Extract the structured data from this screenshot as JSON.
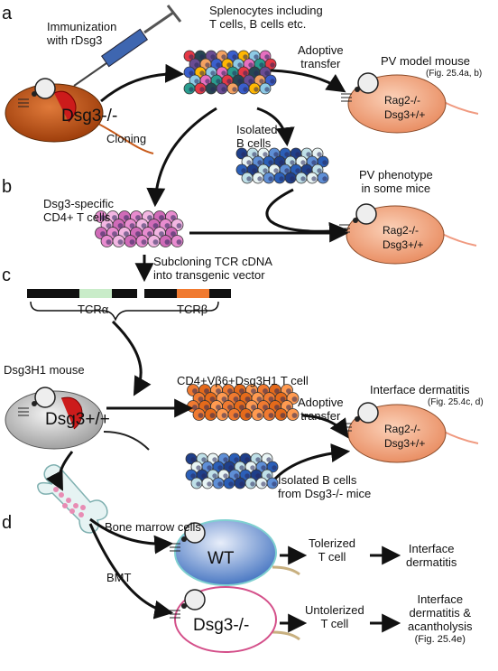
{
  "panels": {
    "a": "a",
    "b": "b",
    "c": "c",
    "d": "d"
  },
  "a": {
    "immunization": [
      "Immunization",
      "with rDsg3"
    ],
    "donor_mouse": "Dsg3-/-",
    "splenocytes": [
      "Splenocytes including",
      "T cells, B cells etc."
    ],
    "adoptive_transfer": [
      "Adoptive",
      "transfer"
    ],
    "model_title": "PV model mouse",
    "model_ref": "(Fig. 25.4a, b)",
    "rag": "Rag2-/-",
    "dsg": "Dsg3+/+",
    "cloning": "Cloning",
    "isolated_b": [
      "Isolated",
      "B cells"
    ]
  },
  "b": {
    "clone": [
      "Dsg3-specific",
      "CD4+ T cells"
    ],
    "phenotype": [
      "PV phenotype",
      "in some mice"
    ],
    "rag": "Rag2-/-",
    "dsg": "Dsg3+/+",
    "subcloning": [
      "Subcloning TCR cDNA",
      "into transgenic vector"
    ]
  },
  "c": {
    "tcra": "TCRα",
    "tcrb": "TCRβ",
    "h1_mouse": "Dsg3H1 mouse",
    "h1_dsg": "Dsg3+/+",
    "tcell": "CD4+Vβ6+Dsg3H1 T cell",
    "interface_title": "Interface dermatitis",
    "interface_ref": "(Fig. 25.4c, d)",
    "adoptive_transfer": [
      "Adoptive",
      "transfer"
    ],
    "rag": "Rag2-/-",
    "dsg": "Dsg3+/+",
    "isolated_b": [
      "Isolated B cells",
      "from Dsg3-/- mice"
    ]
  },
  "d": {
    "bone_marrow": "Bone marrow cells",
    "bmt": "BMT",
    "wt": "WT",
    "tolerized": [
      "Tolerized",
      "T cell"
    ],
    "outcome1": [
      "Interface",
      "dermatitis"
    ],
    "ko": "Dsg3-/-",
    "untolerized": [
      "Untolerized",
      "T cell"
    ],
    "outcome2": [
      "Interface",
      "dermatitis &",
      "acantholysis",
      "(Fig. 25.4e)"
    ]
  },
  "colors": {
    "donor_body": "#c85a1a",
    "recipient_body": "#f2a47e",
    "h1_body": "#d9d9d9",
    "wt_body": "#4a7cc7",
    "ko_body": "#ffffff",
    "ear_red": "#cc1b1b",
    "tcr_alpha": "#c9ecc9",
    "tcr_beta": "#f07a30"
  }
}
